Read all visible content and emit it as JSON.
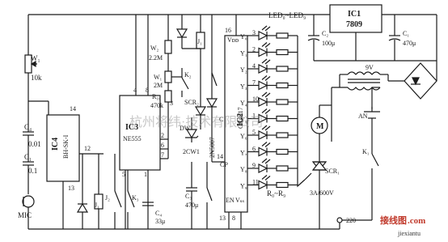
{
  "labels": {
    "w1_top": "W₁",
    "w1_val": "10k",
    "c4": "C₄",
    "c4_val": "0.01",
    "c1": "C₁",
    "c1_val": "0.1",
    "ic4_name": "IC4",
    "ic4_part": "BH-SK-I",
    "pin14_a": "14",
    "pin12": "12",
    "pin13_a": "13",
    "mic": "MIC",
    "j1_bottom": "J₁",
    "j2": "J₂",
    "k3": "K₃",
    "c4b": "C₄",
    "c4b_val": "33μ",
    "pin4": "4",
    "pin8": "8",
    "pin2": "2",
    "pin6": "6",
    "pin7": "7",
    "pin3": "3",
    "pin5": "5",
    "pin1": "1",
    "ic3_name": "IC3",
    "ic3_part": "NE555",
    "w2": "W₂",
    "w2_val": "2.2M",
    "w1b": "W₁",
    "w1b_val": "2M",
    "r10": "R₁₀",
    "r10_val": "470k",
    "k2": "K₂",
    "scr2": "SCR₂",
    "dw": "DW",
    "zener": "2CW1",
    "c3": "C₃",
    "c3_val": "470μ",
    "j1_top": "J₁",
    "diode": "2N5007",
    "vdd": "Vᴅᴅ",
    "pin16": "16",
    "ic2_name": "IC2",
    "ic2_part": "CC4017",
    "clk_c": "C",
    "cp": "CP",
    "pin14_b": "14",
    "en": "EN",
    "vss": "Vₛₛ",
    "pin13_b": "13",
    "pin8_b": "8",
    "y0": "Y₀",
    "y1": "Y₁",
    "y2": "Y₂",
    "y3": "Y₃",
    "y4": "Y₄",
    "y5": "Y₅",
    "y6": "Y₆",
    "y7": "Y₇",
    "y8": "Y₈",
    "y9": "Y₉",
    "o3": "3",
    "o2": "2",
    "o4": "4",
    "o7": "7",
    "o10": "10",
    "o1": "1",
    "o5": "5",
    "o6": "6",
    "o9": "9",
    "o11": "11",
    "leds": "LED₀~LED₉",
    "resistors": "R₀~R₉",
    "ic1_name": "IC1",
    "ic1_part": "7809",
    "c2": "C₂",
    "c2_val": "100μ",
    "c1b": "C₁",
    "c1b_val": "470μ",
    "vac": "9V",
    "motor": "M",
    "an": "AN",
    "k1": "K₁",
    "scr1": "SCR₁",
    "triac_rating": "3A/600V",
    "mains": "220",
    "watermark": "杭州将纬·技术有限公司",
    "logo": "接线图",
    "logo_dot": ".com",
    "url": "jiexiantu"
  }
}
